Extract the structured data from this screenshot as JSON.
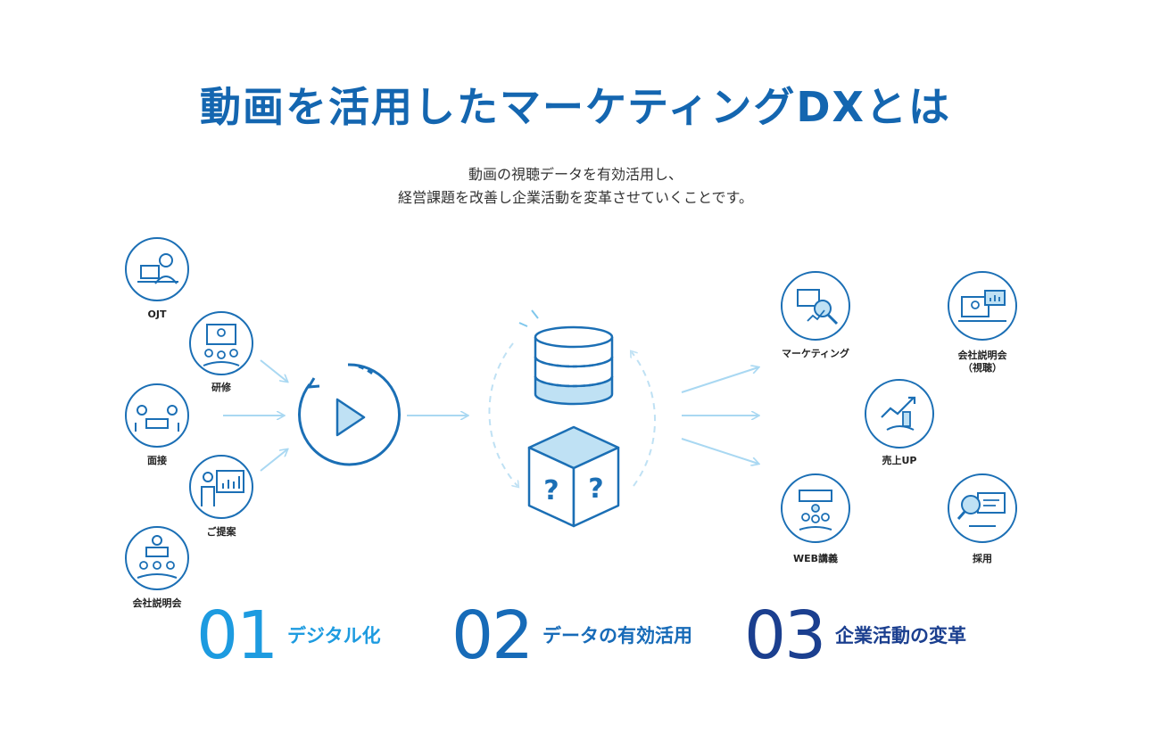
{
  "header": {
    "title": "動画を活用したマーケティングDXとは",
    "lead_line1": "動画の視聴データを有効活用し、",
    "lead_line2": "経営課題を改善し企業活動を変革させていくことです。"
  },
  "inputs": [
    {
      "label": "OJT"
    },
    {
      "label": "研修"
    },
    {
      "label": "面接"
    },
    {
      "label": "ご提案"
    },
    {
      "label": "会社説明会"
    }
  ],
  "outputs": [
    {
      "label": "マーケティング"
    },
    {
      "label_line1": "会社説明会",
      "label_line2": "（視聴）"
    },
    {
      "label": "売上UP"
    },
    {
      "label": "WEB講義"
    },
    {
      "label": "採用"
    }
  ],
  "steps": [
    {
      "number": "01",
      "label": "デジタル化"
    },
    {
      "number": "02",
      "label": "データの有効活用"
    },
    {
      "number": "03",
      "label": "企業活動の変革"
    }
  ],
  "colors": {
    "title": "#1466b0",
    "accent": "#1a8fd6",
    "icon_stroke": "#1b6fb5",
    "light_arrow": "#a9d8f2",
    "step1": "#1d9be0",
    "step2": "#176bb8",
    "step3": "#1b3f8f"
  },
  "icons": {
    "play": "play-icon",
    "database": "database-icon",
    "cube": "question-cube-icon"
  }
}
